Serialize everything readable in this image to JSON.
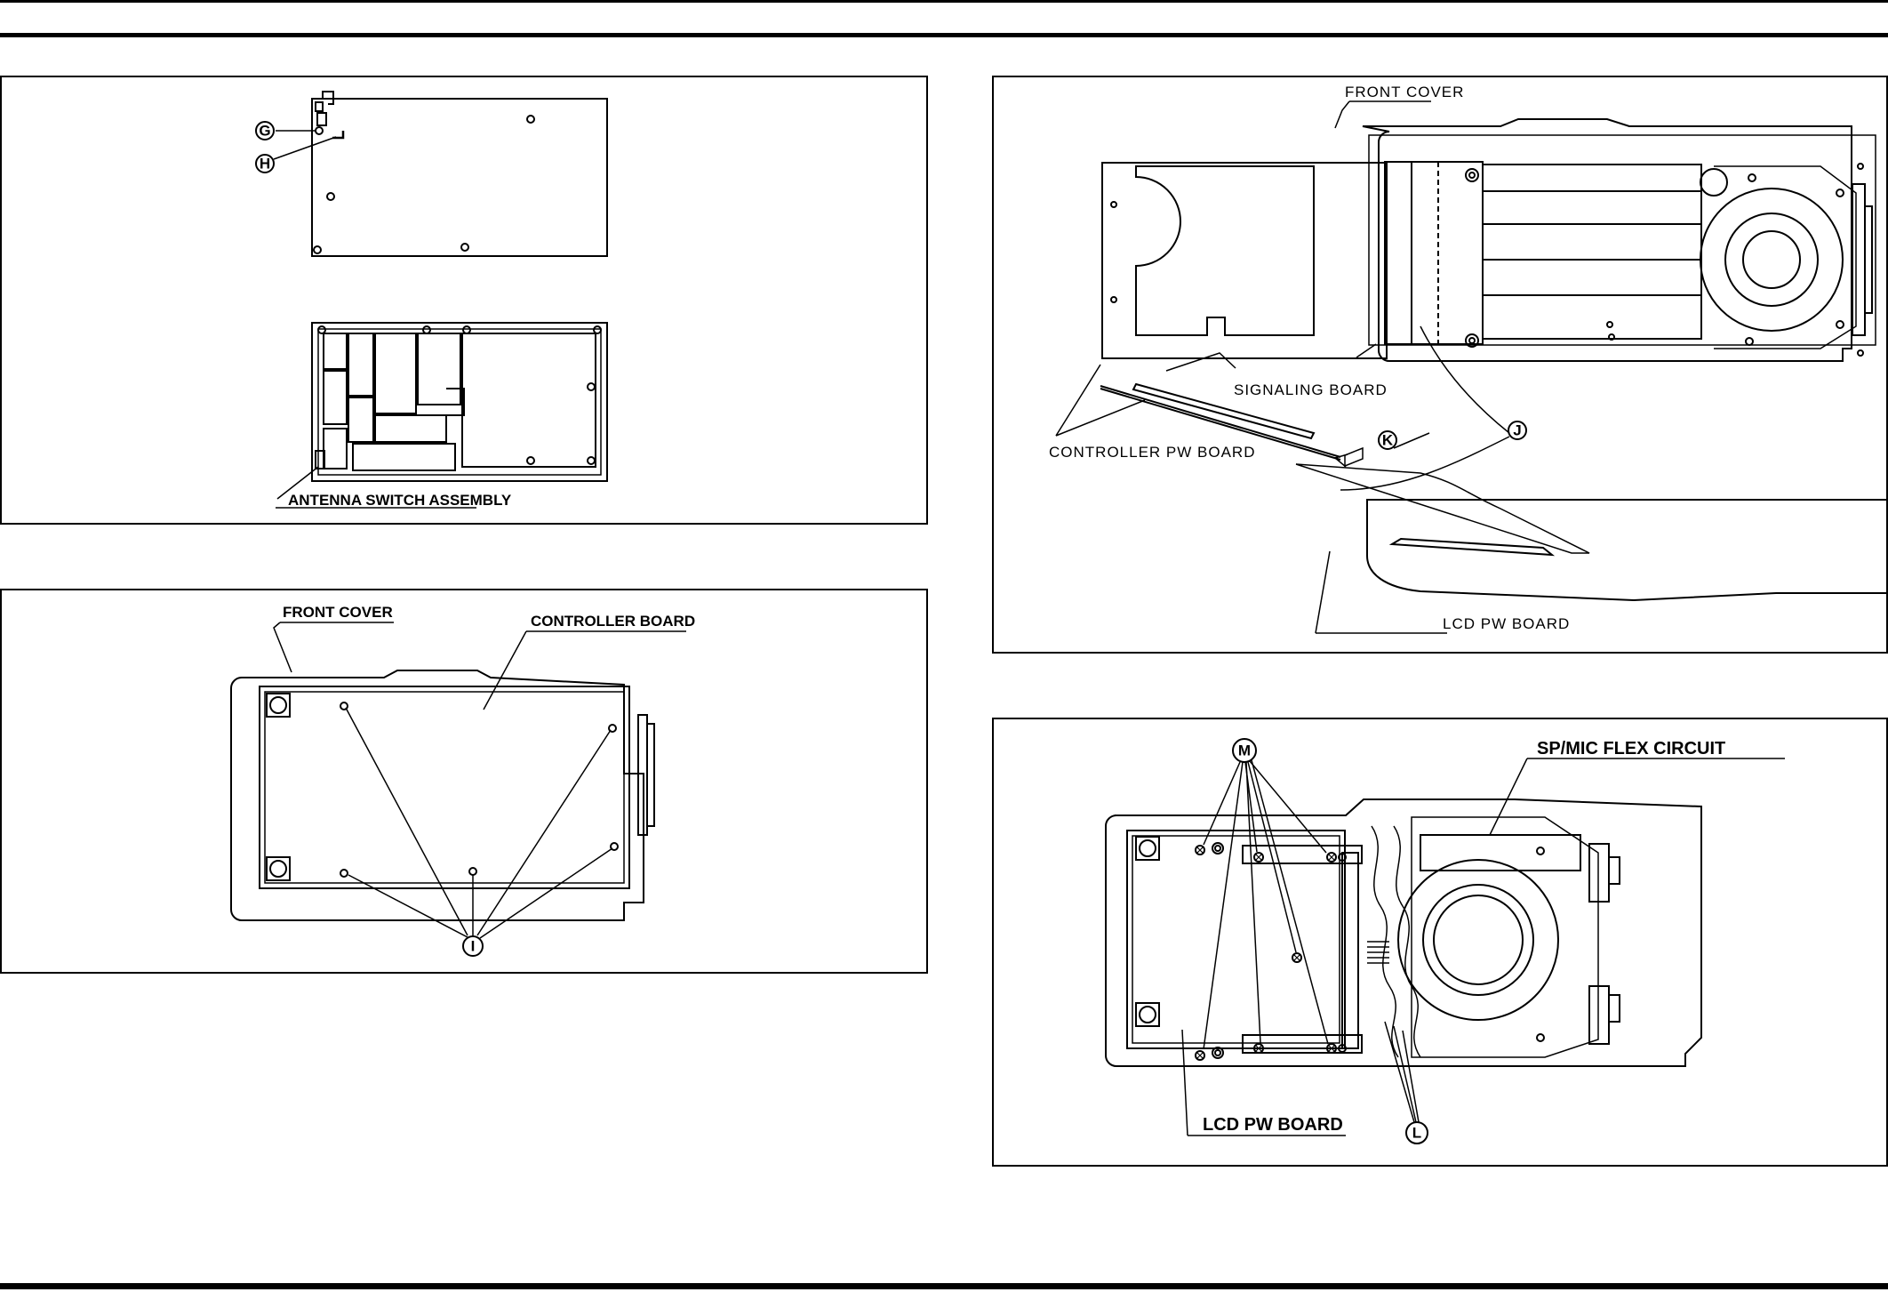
{
  "panel_a": {
    "callouts": {
      "g": "G",
      "h": "H"
    },
    "antenna_label": "ANTENNA SWITCH ASSEMBLY"
  },
  "panel_b": {
    "front_cover_label": "FRONT COVER",
    "controller_board_label": "CONTROLLER BOARD",
    "callout_i": "I"
  },
  "panel_c": {
    "front_cover_label": "FRONT  COVER",
    "signaling_board_label": "SIGNALING  BOARD",
    "controller_pw_board_label": "CONTROLLER  PW BOARD",
    "lcd_pw_board_label": "LCD  PW BOARD",
    "callout_j": "J",
    "callout_k": "K"
  },
  "panel_d": {
    "sp_mic_label": "SP/MIC FLEX CIRCUIT",
    "lcd_pw_board_label": "LCD PW BOARD",
    "callout_m": "M",
    "callout_l": "L"
  }
}
